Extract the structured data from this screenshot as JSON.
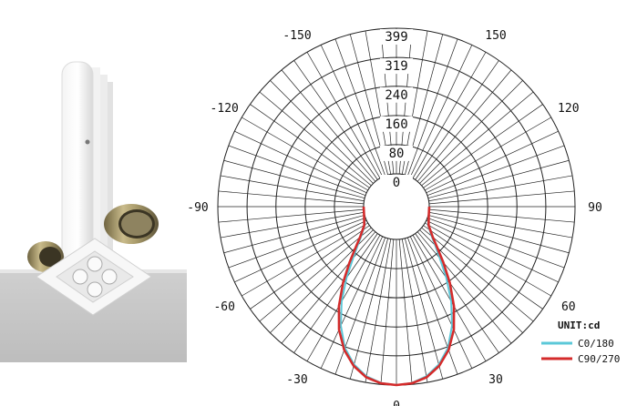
{
  "chart_data": {
    "type": "polar",
    "unit_label": "UNIT:cd",
    "radial_ticks": [
      "0",
      "80",
      "160",
      "240",
      "319",
      "399"
    ],
    "radial_values": [
      0,
      80,
      160,
      240,
      319,
      399
    ],
    "rmax": 399,
    "angle_labels": [
      {
        "text": "0",
        "deg": 0
      },
      {
        "text": "30",
        "deg": 30
      },
      {
        "text": "60",
        "deg": 60
      },
      {
        "text": "90",
        "deg": 90
      },
      {
        "text": "120",
        "deg": 120
      },
      {
        "text": "150",
        "deg": 150
      },
      {
        "text": "-30",
        "deg": -30
      },
      {
        "text": "-60",
        "deg": -60
      },
      {
        "text": "-90",
        "deg": -90
      },
      {
        "text": "-120",
        "deg": -120
      },
      {
        "text": "-150",
        "deg": -150
      }
    ],
    "series": [
      {
        "name": "C0/180",
        "color": "#5bc8d8",
        "angles": [
          -90,
          -75,
          -60,
          -50,
          -45,
          -40,
          -35,
          -30,
          -25,
          -20,
          -15,
          -10,
          -5,
          0,
          5,
          10,
          15,
          20,
          25,
          30,
          35,
          40,
          45,
          50,
          60,
          75,
          90
        ],
        "values": [
          0,
          2,
          10,
          36,
          60,
          95,
          148,
          210,
          270,
          322,
          358,
          382,
          395,
          399,
          395,
          382,
          358,
          322,
          270,
          210,
          148,
          95,
          60,
          36,
          10,
          2,
          0
        ]
      },
      {
        "name": "C90/270",
        "color": "#d42b2b",
        "angles": [
          -90,
          -75,
          -60,
          -50,
          -45,
          -40,
          -35,
          -30,
          -25,
          -20,
          -15,
          -10,
          -5,
          0,
          5,
          10,
          15,
          20,
          25,
          30,
          35,
          40,
          45,
          50,
          60,
          75,
          90
        ],
        "values": [
          0,
          2,
          12,
          40,
          68,
          110,
          165,
          225,
          282,
          328,
          362,
          385,
          396,
          399,
          396,
          385,
          362,
          328,
          282,
          225,
          165,
          110,
          68,
          40,
          12,
          2,
          0
        ]
      }
    ]
  },
  "product": {
    "image_label": "product-photo"
  }
}
